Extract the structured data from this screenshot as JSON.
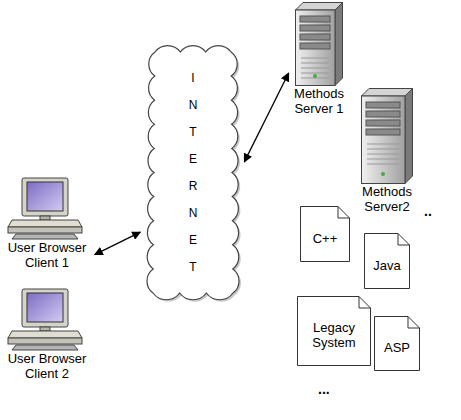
{
  "diagram": {
    "nodes": [
      {
        "text": [
          "User Browser Client 1"
        ]
      },
      {
        "text": [
          "User Browser Client 2"
        ]
      },
      {
        "text": [
          "INTERNET"
        ]
      },
      {
        "text": [
          "Methods Server 1"
        ]
      },
      {
        "text": [
          "Methods Server2"
        ]
      },
      {
        "text": [
          "C++"
        ]
      },
      {
        "text": [
          "Java"
        ]
      },
      {
        "text": [
          "Legacy System"
        ]
      },
      {
        "text": [
          "ASP"
        ]
      }
    ],
    "edges": [
      {
        "from": 0,
        "to": 2,
        "arrow": "both"
      },
      {
        "from": 2,
        "to": 3,
        "arrow": "both"
      }
    ],
    "labels": [
      "..",
      "..."
    ]
  }
}
